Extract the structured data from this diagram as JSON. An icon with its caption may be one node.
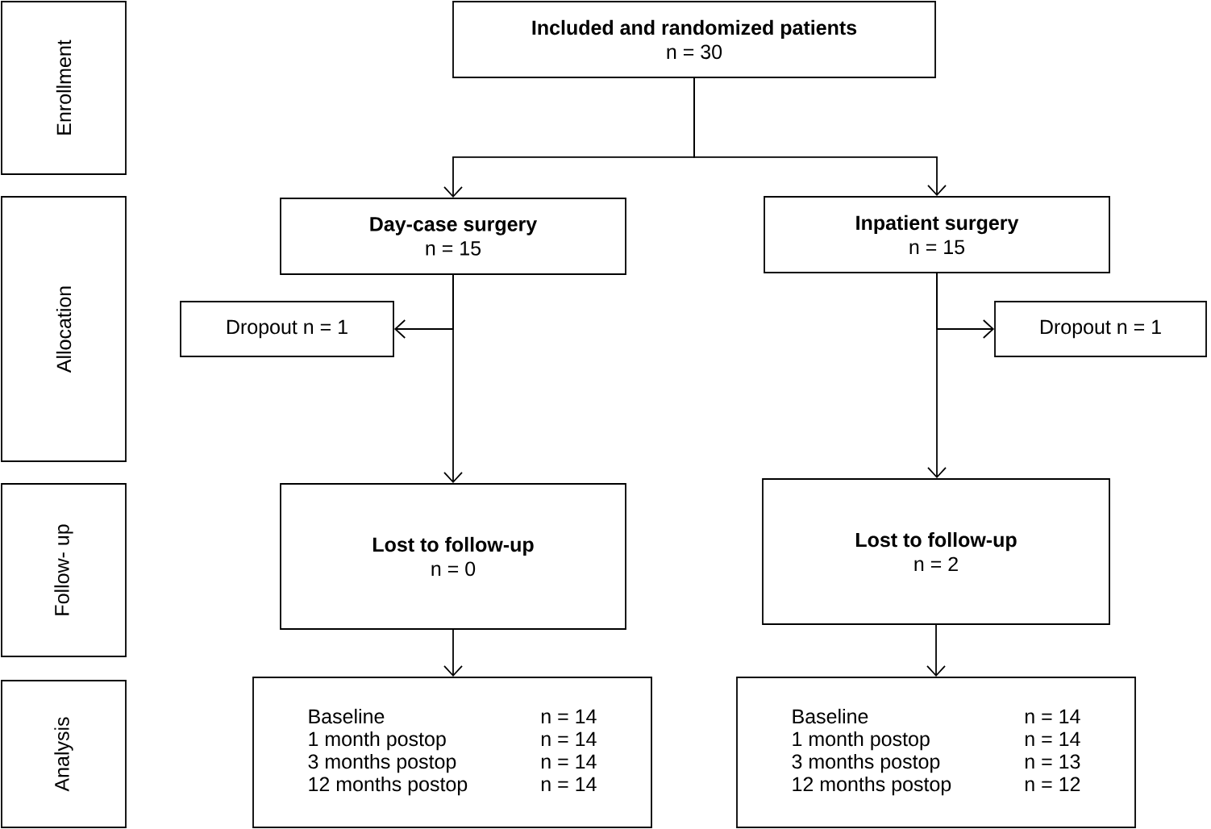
{
  "diagram": {
    "nodes": [
      {
        "text": [
          "Enrollment"
        ]
      },
      {
        "text": [
          "Allocation"
        ]
      },
      {
        "text": [
          "Follow- up"
        ]
      },
      {
        "text": [
          "Analysis"
        ]
      },
      {
        "text": [
          "Included and randomized patients",
          "n = 30"
        ]
      },
      {
        "text": [
          "Day-case surgery",
          "n = 15"
        ]
      },
      {
        "text": [
          "Inpatient surgery",
          "n = 15"
        ]
      },
      {
        "text": [
          "Dropout   n = 1"
        ]
      },
      {
        "text": [
          "Dropout   n = 1"
        ]
      },
      {
        "text": [
          "Lost to follow-up",
          "n = 0"
        ]
      },
      {
        "text": [
          "Lost to follow-up",
          "n = 2"
        ]
      },
      {
        "text": [
          "Baseline",
          "n = 14",
          "1 month postop",
          "n = 14",
          "3 months postop",
          "n = 14",
          "12 months postop",
          "n = 14"
        ]
      },
      {
        "text": [
          "Baseline",
          "n = 14",
          "1 month postop",
          "n = 14",
          "3 months postop",
          "n = 13",
          "12 months postop",
          "n = 12"
        ]
      }
    ],
    "edges": [
      {
        "from": 4,
        "to": 5,
        "arrow": "to"
      },
      {
        "from": 4,
        "to": 6,
        "arrow": "to"
      },
      {
        "from": 5,
        "to": 7,
        "arrow": "to"
      },
      {
        "from": 6,
        "to": 8,
        "arrow": "to"
      },
      {
        "from": 5,
        "to": 9,
        "arrow": "to"
      },
      {
        "from": 6,
        "to": 10,
        "arrow": "to"
      },
      {
        "from": 9,
        "to": 11,
        "arrow": "to"
      },
      {
        "from": 10,
        "to": 12,
        "arrow": "to"
      }
    ]
  }
}
